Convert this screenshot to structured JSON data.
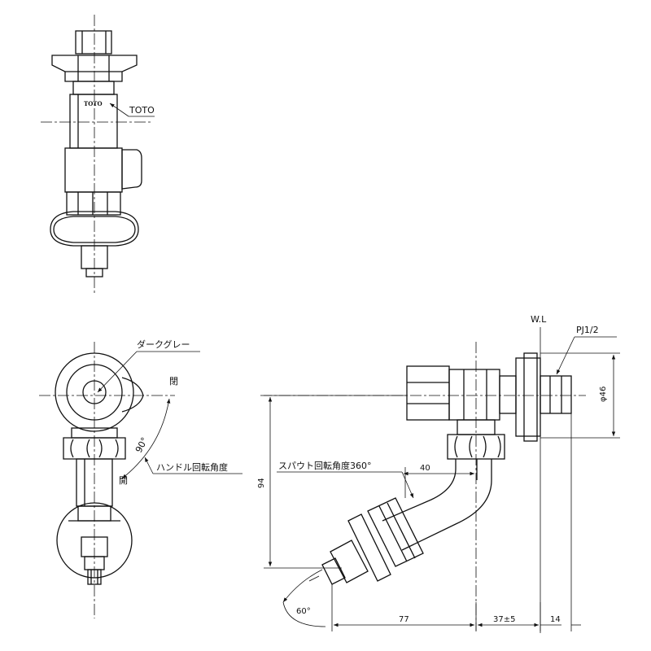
{
  "labels": {
    "brand_callout": "TOTO",
    "logo_text": "TOTO",
    "handle_color": "ダークグレー",
    "closed": "閉",
    "open": "開",
    "handle_angle": "90°",
    "handle_rotation": "ハンドル回転角度",
    "spout_rotation": "スパウト回転角度360°",
    "water_level": "W.L",
    "thread": "PJ1/2",
    "dia": "φ46",
    "spout_angle": "60°"
  },
  "dimensions": {
    "d40": "40",
    "d94": "94",
    "d77": "77",
    "d37": "37±5",
    "d14": "14"
  },
  "colors": {
    "line": "#111111",
    "background": "#ffffff"
  }
}
